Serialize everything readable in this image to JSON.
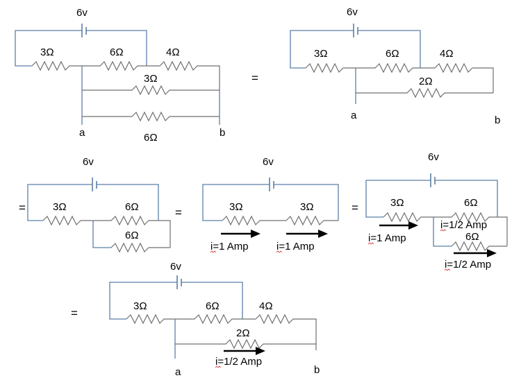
{
  "labels": {
    "v6": "6v",
    "r3": "3Ω",
    "r6": "6Ω",
    "r4": "4Ω",
    "r2": "2Ω",
    "a": "a",
    "b": "b",
    "eq": "=",
    "i1": "i=1 Amp",
    "ihalf": "i=1/2 Amp"
  }
}
